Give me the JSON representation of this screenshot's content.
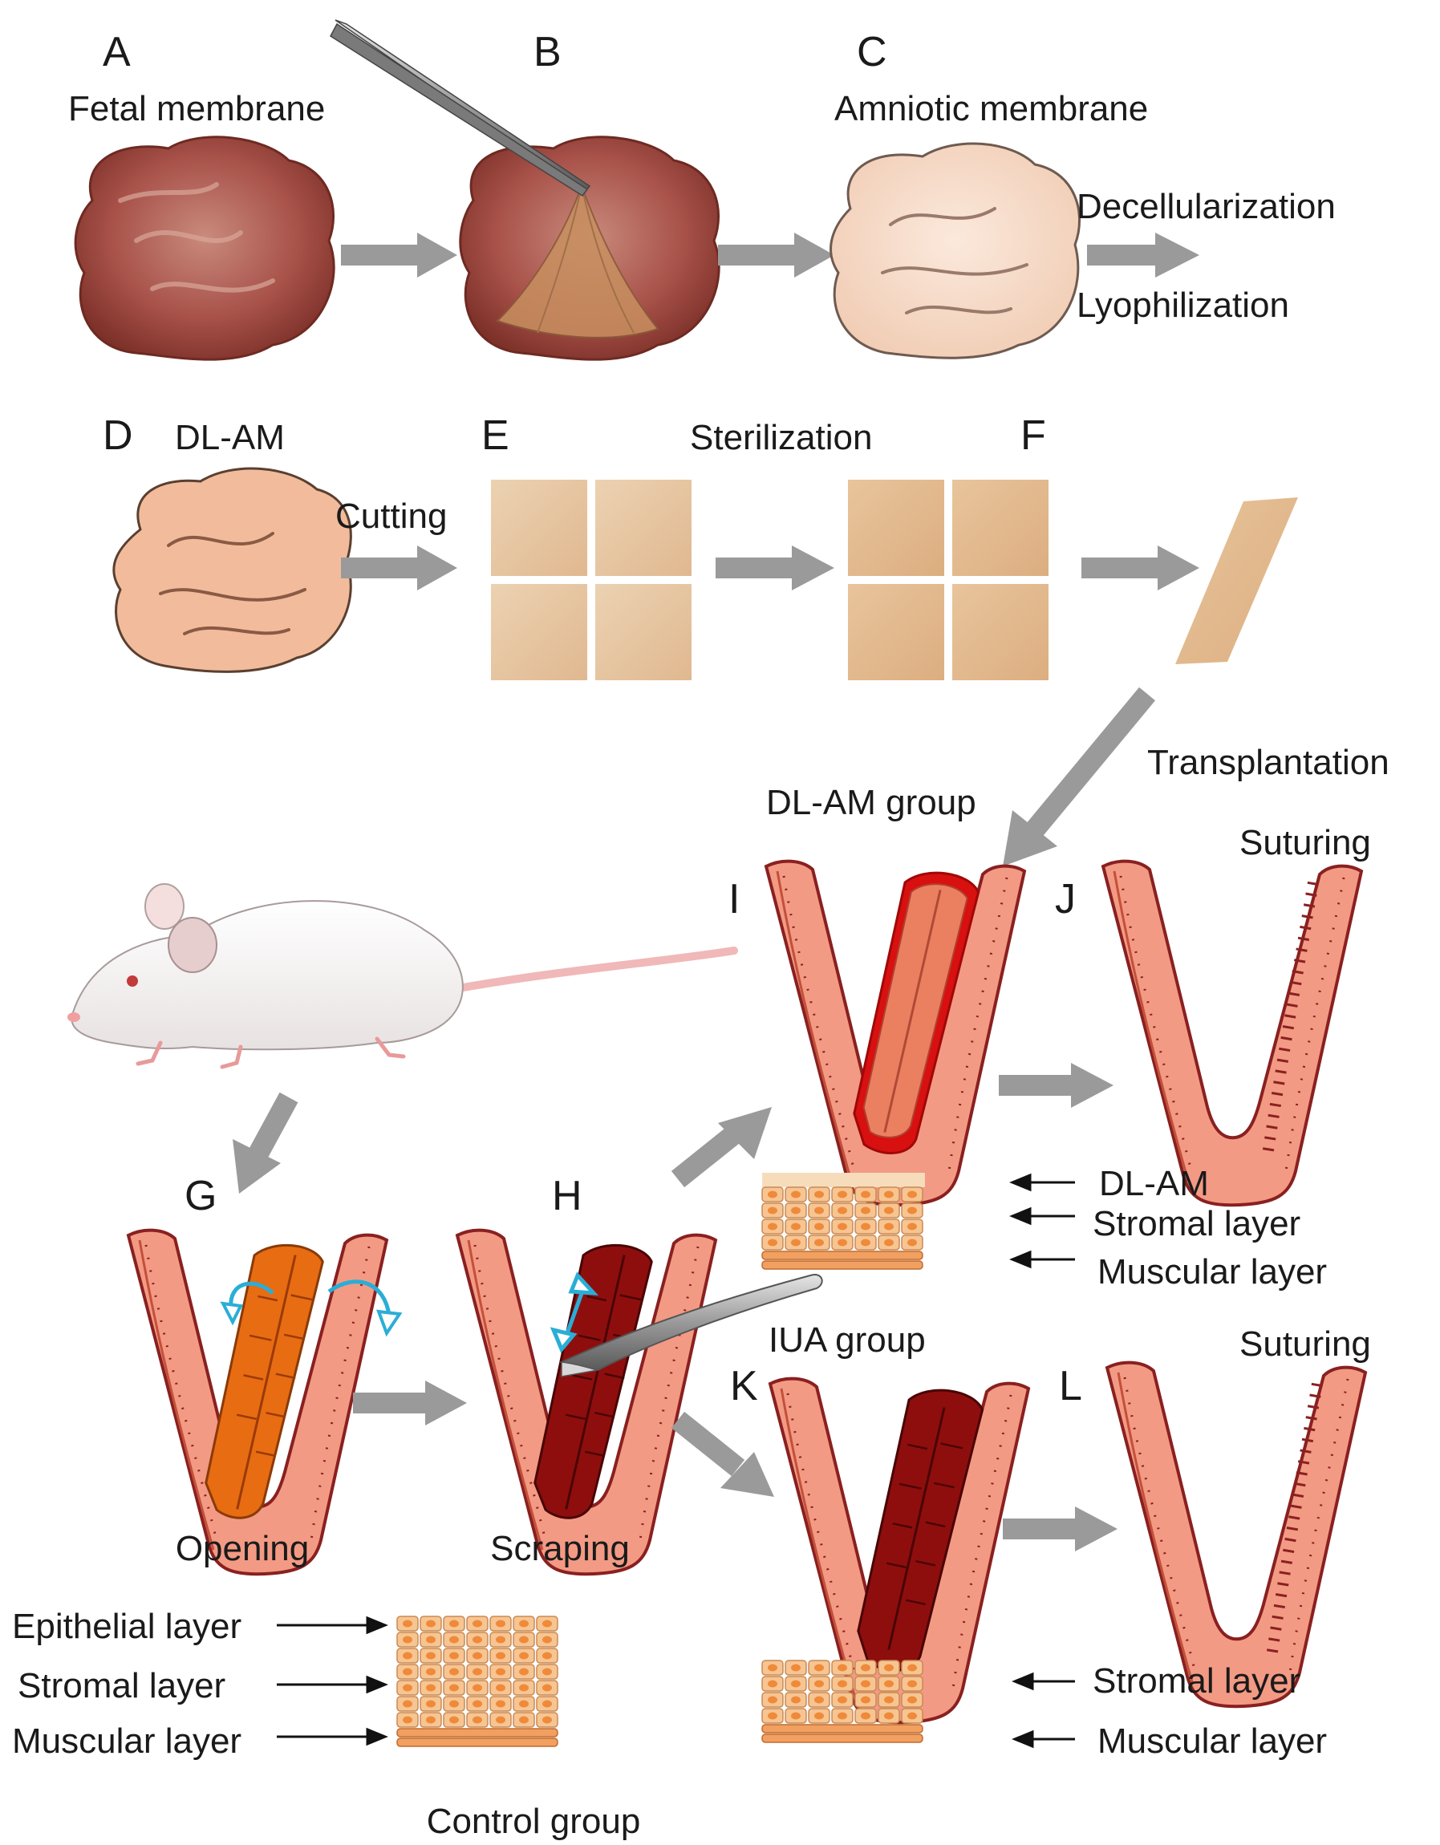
{
  "labels": {
    "A": "A",
    "B": "B",
    "C": "C",
    "D": "D",
    "E": "E",
    "F": "F",
    "G": "G",
    "H": "H",
    "I": "I",
    "J": "J",
    "K": "K",
    "L": "L"
  },
  "text": {
    "fetal_membrane": "Fetal membrane",
    "amniotic_membrane": "Amniotic membrane",
    "decellularization": "Decellularization",
    "lyophilization": "Lyophilization",
    "dlam": "DL-AM",
    "cutting": "Cutting",
    "sterilization": "Sterilization",
    "transplantation": "Transplantation",
    "dlam_group": "DL-AM group",
    "suturing_top": "Suturing",
    "suturing_bottom": "Suturing",
    "iua_group": "IUA group",
    "opening": "Opening",
    "scraping": "Scraping",
    "control_group": "Control group"
  },
  "layers": {
    "dlam_group": [
      "DL-AM",
      "Stromal layer",
      "Muscular layer"
    ],
    "iua_group": [
      "Stromal layer",
      "Muscular layer"
    ],
    "control_group": [
      "Epithelial layer",
      "Stromal layer",
      "Muscular layer"
    ]
  },
  "colors": {
    "arrow": "#9a9a9a",
    "fetal_membrane": "#a8524a",
    "amnion": "#f4d6c2",
    "dlam": "#f2bc9c",
    "dlam_square": "#e6c29c",
    "uterus": "#f39a84",
    "uterus_outline": "#8a2020",
    "opened_flap": "#e86c12",
    "scraped_flap": "#8e0e0e",
    "graft": "#ea8060",
    "graft_edge": "#d81010",
    "arrow_blue": "#2aaed6"
  }
}
